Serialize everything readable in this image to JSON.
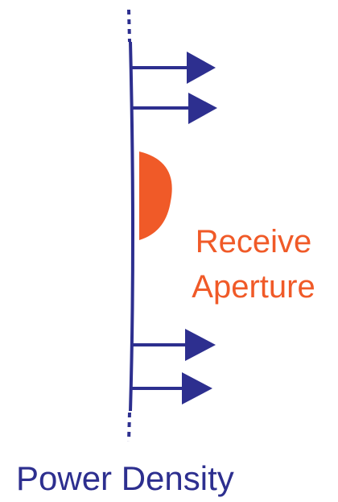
{
  "labels": {
    "receive_aperture_line1": "Receive",
    "receive_aperture_line2": "Aperture",
    "power_density": "Power Density"
  },
  "colors": {
    "wavefront": "#2d2f8f",
    "aperture": "#f05a28",
    "background": "#ffffff"
  },
  "icons": {
    "arrow": "right-arrow-icon"
  }
}
